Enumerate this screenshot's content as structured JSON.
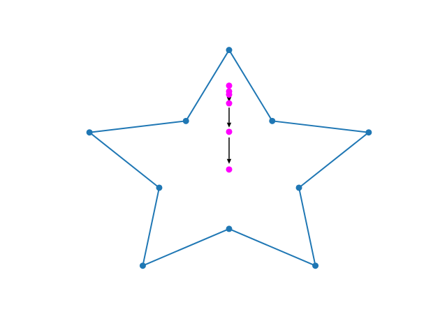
{
  "chart_data": {
    "type": "scatter",
    "grid": false,
    "axes_visible": false,
    "xlim": [
      -1.18,
      1.18
    ],
    "ylim": [
      -1.08,
      1.08
    ],
    "series": [
      {
        "kind": "polygon",
        "color": "#1f77b4",
        "points": [
          [
            0,
            1
          ],
          [
            0.294,
            0.405
          ],
          [
            0.951,
            0.309
          ],
          [
            0.476,
            -0.155
          ],
          [
            0.588,
            -0.809
          ],
          [
            0,
            -0.5
          ],
          [
            -0.588,
            -0.809
          ],
          [
            -0.476,
            -0.155
          ],
          [
            -0.951,
            0.309
          ],
          [
            -0.294,
            0.405
          ],
          [
            0,
            1
          ]
        ]
      },
      {
        "kind": "scatter",
        "color": "#ff00ff",
        "points": [
          [
            0,
            0.701
          ],
          [
            0,
            0.653
          ],
          [
            0,
            0.626
          ],
          [
            0,
            0.553
          ],
          [
            0,
            0.314
          ],
          [
            0,
            -0.002
          ]
        ]
      },
      {
        "kind": "arrows",
        "color": "#000000",
        "vectors": [
          {
            "from": [
              0,
              0.701
            ],
            "to": [
              0,
              0.653
            ]
          },
          {
            "from": [
              0,
              0.653
            ],
            "to": [
              0,
              0.626
            ]
          },
          {
            "from": [
              0,
              0.626
            ],
            "to": [
              0,
              0.553
            ]
          },
          {
            "from": [
              0,
              0.553
            ],
            "to": [
              0,
              0.314
            ]
          },
          {
            "from": [
              0,
              0.314
            ],
            "to": [
              0,
              -0.002
            ]
          }
        ]
      }
    ]
  }
}
